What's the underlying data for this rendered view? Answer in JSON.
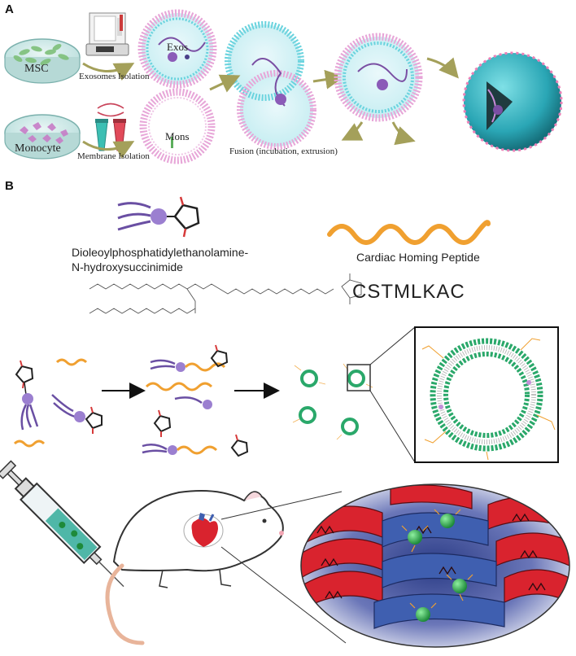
{
  "panels": {
    "a": {
      "letter": "A",
      "msc_label": "MSC",
      "exosome_isolation_label": "Exosomes Isolation",
      "exos_label": "Exos",
      "monocyte_label": "Monocyte",
      "membrane_isolation_label": "Membrane Isolation",
      "mons_label": "Mons",
      "fusion_label": "Fusion (incubation, extrusion)"
    },
    "b": {
      "letter": "B",
      "lipid_name_line1": "Dioleoylphosphatidylethanolamine-",
      "lipid_name_line2": "N-hydroxysuccinimide",
      "peptide_label": "Cardiac Homing Peptide",
      "peptide_sequence": "CSTMLKAC"
    }
  },
  "colors": {
    "lipid_purple": "#6a4fa3",
    "lipid_head": "#9b7fd0",
    "nhs_ring": "#222222",
    "nhs_oxygen": "#d63a3a",
    "peptide_orange": "#f0a030",
    "vesicle_green": "#2aa86a",
    "membrane_pink": "#e7a6d8",
    "membrane_cyan": "#6ad3de",
    "heart_red": "#d9232e",
    "tissue_blue": "#3f5fb0",
    "syringe_fluid": "#4fb7a8"
  },
  "icons": [
    "petri-dish-icon",
    "centrifuge-icon",
    "tubes-icon",
    "arrow-icon",
    "syringe-icon",
    "mouse-icon",
    "heart-icon"
  ]
}
